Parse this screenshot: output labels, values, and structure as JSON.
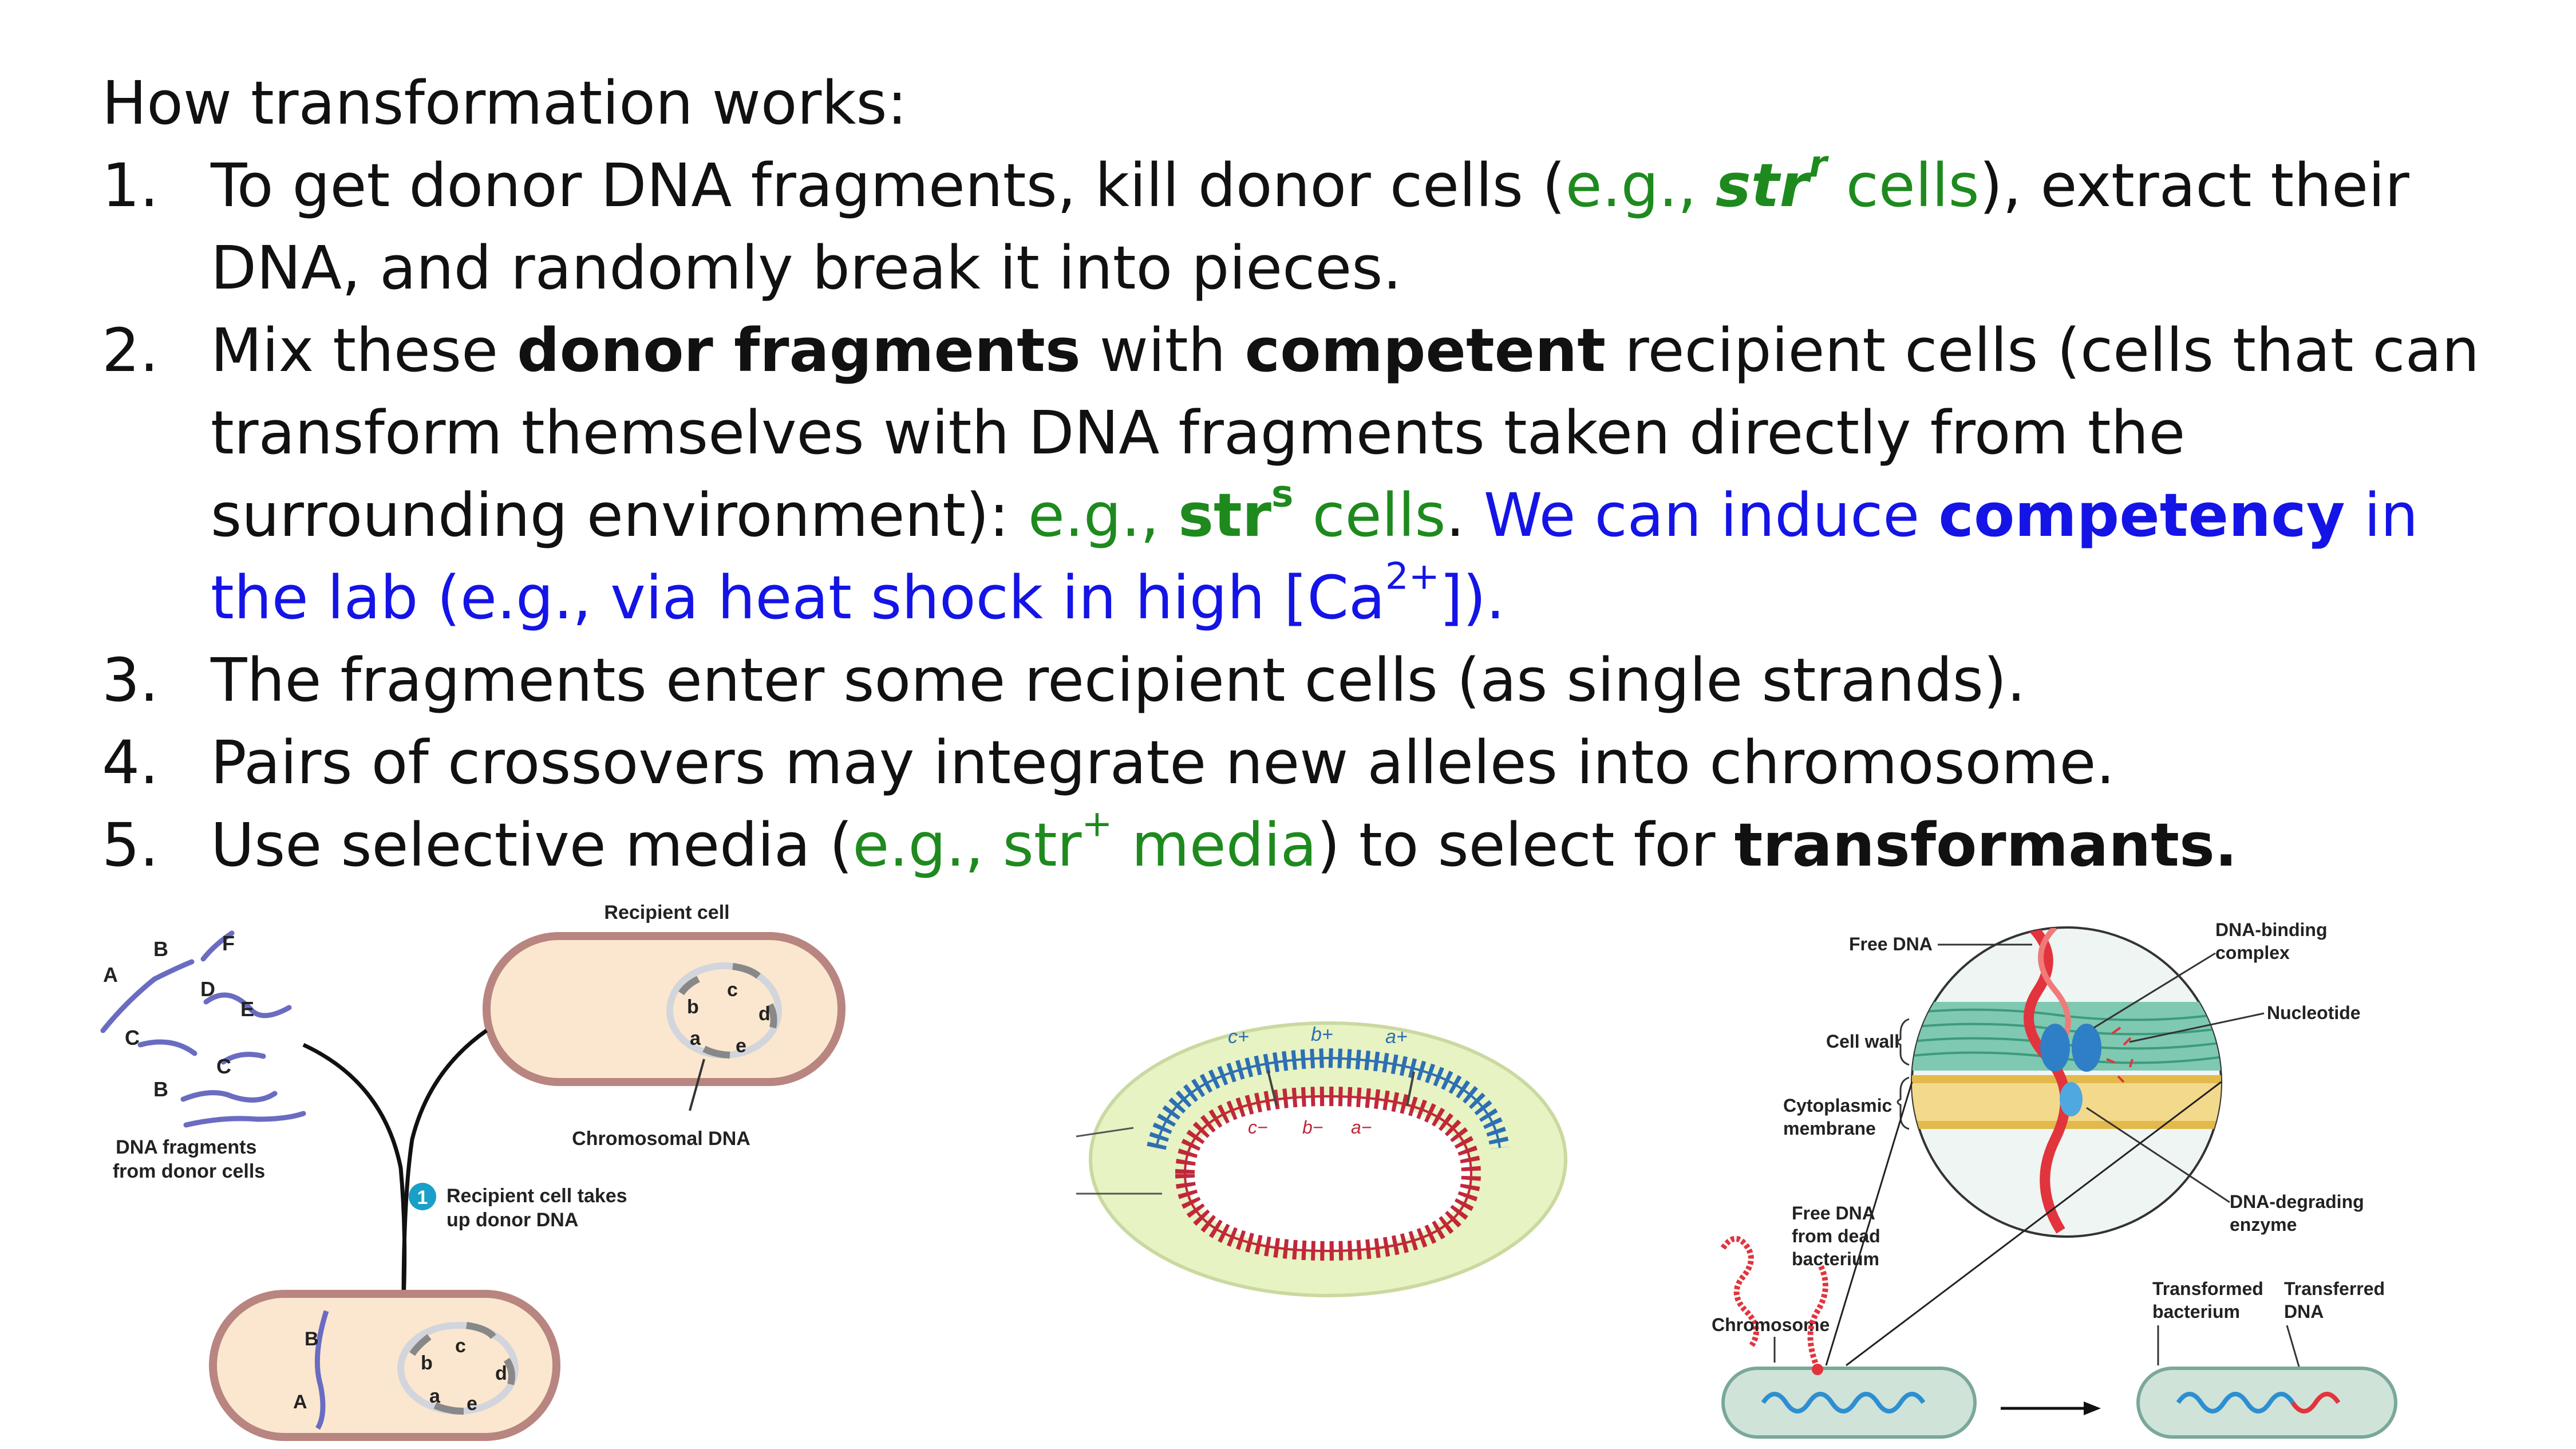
{
  "heading": "How transformation works:",
  "steps": [
    {
      "num": "1.",
      "parts": [
        "To get donor DNA fragments, kill donor cells (",
        "e.g., ",
        "str",
        "r",
        " cells",
        "), extract their DNA, and randomly break it into pieces."
      ]
    },
    {
      "num": "2.",
      "parts": [
        "Mix these ",
        "donor fragments",
        " with ",
        "competent",
        " recipient cells (cells that can transform themselves with DNA fragments taken directly from the surrounding environment): ",
        "e.g., ",
        "str",
        "s",
        " cells",
        ". ",
        "We can induce ",
        "competency",
        " in the lab (e.g., via heat shock in high [Ca",
        "2+",
        "])."
      ]
    },
    {
      "num": "3.",
      "parts": [
        "The fragments enter some recipient cells (as single strands)."
      ]
    },
    {
      "num": "4.",
      "parts": [
        "Pairs of crossovers may integrate new alleles into chromosome."
      ]
    },
    {
      "num": "5.",
      "parts": [
        "Use selective media (",
        "e.g., str",
        "+",
        " media",
        ") to select for ",
        "transformants."
      ]
    }
  ],
  "fig_left": {
    "fragment_letters": [
      "B",
      "F",
      "A",
      "D",
      "E",
      "C",
      "C",
      "B"
    ],
    "donor_label": [
      "DNA fragments",
      "from donor cells"
    ],
    "recipient_label": "Recipient cell",
    "chromosome_label": "Chromosomal DNA",
    "chromosome_letters": [
      "c",
      "b",
      "d",
      "a",
      "e"
    ],
    "step_number": "1",
    "step_label": [
      "Recipient cell takes",
      "up donor DNA"
    ],
    "result_letters": [
      "B",
      "A",
      "c",
      "b",
      "d",
      "a",
      "e"
    ]
  },
  "fig_middle": {
    "donor_alleles": [
      "c+",
      "b+",
      "a+"
    ],
    "recipient_alleles": [
      "c−",
      "b−",
      "a−"
    ]
  },
  "fig_right": {
    "free_dna": "Free DNA",
    "dna_binding": [
      "DNA-binding",
      "complex"
    ],
    "nucleotide": "Nucleotide",
    "cell_wall": "Cell wall",
    "membrane": [
      "Cytoplasmic",
      "membrane"
    ],
    "degrading": [
      "DNA-degrading",
      "enzyme"
    ],
    "dead_dna": [
      "Free DNA",
      "from dead",
      "bacterium"
    ],
    "chromosome": "Chromosome",
    "transformed": [
      "Transformed",
      "bacterium"
    ],
    "transferred": [
      "Transferred",
      "DNA"
    ]
  },
  "colors": {
    "green": "#1e8a1e",
    "blue": "#1414e6",
    "cell_fill": "#fbe7cf",
    "cell_wall": "#b88580",
    "donor_strand": "#6a6cc2",
    "donor_dna_mid": "#2d6fb3",
    "recipient_dna_mid": "#c0283a"
  }
}
